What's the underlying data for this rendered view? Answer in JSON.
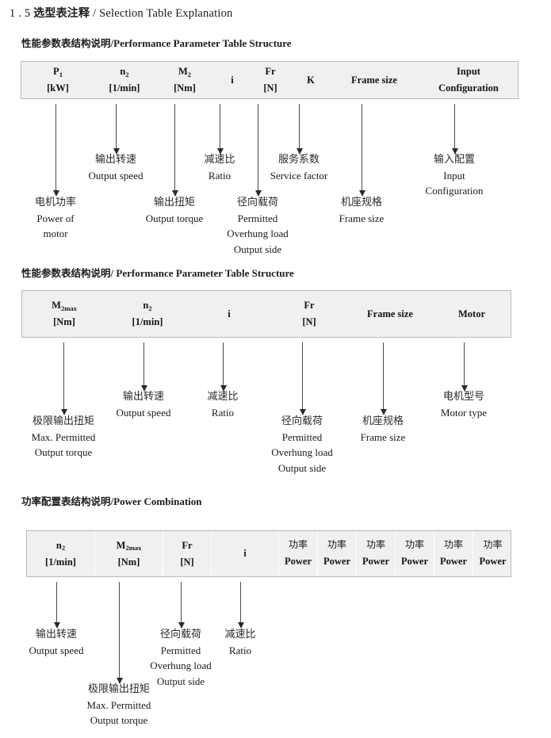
{
  "page": {
    "heading": {
      "number": "1 . 5",
      "cn": "选型表注释",
      "separator": "/",
      "en": "Selection Table Explanation"
    }
  },
  "sections": [
    {
      "subtitle": {
        "cn": "性能参数表结构说明",
        "separator": "/",
        "en": "Performance Parameter Table Structure"
      },
      "table": {
        "divided": false,
        "columns": [
          {
            "line1": "P₁",
            "line2": "[kW]"
          },
          {
            "line1": "n₂",
            "line2": "[1/min]"
          },
          {
            "line1": "M₂",
            "line2": "[Nm]"
          },
          {
            "line1": "i",
            "line2": ""
          },
          {
            "line1": "Fr",
            "line2": "[N]"
          },
          {
            "line1": "K",
            "line2": ""
          },
          {
            "line1": "Frame size",
            "line2": ""
          },
          {
            "line1": "Input",
            "line2": "Configuration"
          }
        ]
      },
      "notes": [
        {
          "cn": "电机功率",
          "en": [
            "Power of",
            "motor"
          ]
        },
        {
          "cn": "输出转速",
          "en": [
            "Output speed"
          ]
        },
        {
          "cn": "输出扭矩",
          "en": [
            "Output torque"
          ]
        },
        {
          "cn": "减速比",
          "en": [
            "Ratio"
          ]
        },
        {
          "cn": "径向载荷",
          "en": [
            "Permitted",
            "Overhung load",
            "Output side"
          ]
        },
        {
          "cn": "服务系数",
          "en": [
            "Service factor"
          ]
        },
        {
          "cn": "机座规格",
          "en": [
            "Frame size"
          ]
        },
        {
          "cn": "输入配置",
          "en": [
            "Input",
            "Configuration"
          ]
        }
      ]
    },
    {
      "subtitle": {
        "cn": "性能参数表结构说明",
        "separator": "/",
        "en": "Performance Parameter Table Structure"
      },
      "table": {
        "divided": false,
        "columns": [
          {
            "line1": "M₂max",
            "line2": "[Nm]"
          },
          {
            "line1": "n₂",
            "line2": "[1/min]"
          },
          {
            "line1": "i",
            "line2": ""
          },
          {
            "line1": "Fr",
            "line2": "[N]"
          },
          {
            "line1": "Frame size",
            "line2": ""
          },
          {
            "line1": "Motor",
            "line2": ""
          }
        ]
      },
      "notes": [
        {
          "cn": "极限输出扭矩",
          "en": [
            "Max. Permitted",
            "Output  torque"
          ]
        },
        {
          "cn": "输出转速",
          "en": [
            "Output speed"
          ]
        },
        {
          "cn": "减速比",
          "en": [
            "Ratio"
          ]
        },
        {
          "cn": "径向载荷",
          "en": [
            "Permitted",
            "Overhung load",
            "Output side"
          ]
        },
        {
          "cn": "机座规格",
          "en": [
            "Frame size"
          ]
        },
        {
          "cn": "电机型号",
          "en": [
            "Motor type"
          ]
        }
      ]
    },
    {
      "subtitle": {
        "cn": "功率配置表结构说明",
        "separator": "/",
        "en": "Power Combination"
      },
      "table": {
        "divided": true,
        "columns": [
          {
            "line1": "n₂",
            "line2": "[1/min]"
          },
          {
            "line1": "M₂max",
            "line2": "[Nm]"
          },
          {
            "line1": "Fr",
            "line2": "[N]"
          },
          {
            "line1": "i",
            "line2": ""
          },
          {
            "line1": "功率",
            "line2": "Power"
          },
          {
            "line1": "功率",
            "line2": "Power"
          },
          {
            "line1": "功率",
            "line2": "Power"
          },
          {
            "line1": "功率",
            "line2": "Power"
          },
          {
            "line1": "功率",
            "line2": "Power"
          },
          {
            "line1": "功率",
            "line2": "Power"
          }
        ]
      },
      "notes": [
        {
          "cn": "输出转速",
          "en": [
            "Output speed"
          ]
        },
        {
          "cn": "极限输出扭矩",
          "en": [
            "Max. Permitted",
            "Output  torque"
          ]
        },
        {
          "cn": "径向载荷",
          "en": [
            "Permitted",
            "Overhung load",
            "Output side"
          ]
        },
        {
          "cn": "减速比",
          "en": [
            "Ratio"
          ]
        }
      ]
    }
  ]
}
